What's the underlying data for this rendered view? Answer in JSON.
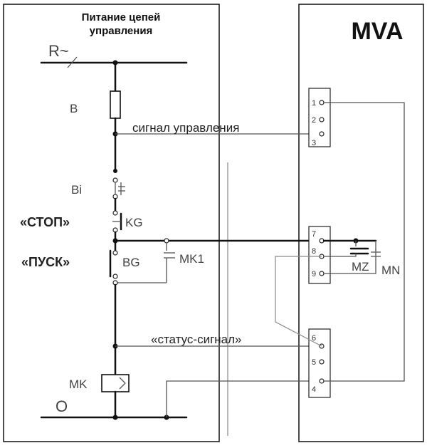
{
  "header": {
    "title_line1": "Питание цепей",
    "title_line2": "управления"
  },
  "device": {
    "name": "MVA"
  },
  "labels": {
    "supply": "R~",
    "fuse": "B",
    "control_signal": "сигнал управления",
    "bi": "Bi",
    "stop": "«СТОП»",
    "kg": "KG",
    "start": "«ПУСК»",
    "bg": "BG",
    "mk1": "MK1",
    "status_signal": "«статус-сигнал»",
    "mk": "MK",
    "zero": "O",
    "mz": "MZ",
    "mn": "MN"
  },
  "terminals": {
    "t1": "1",
    "t2": "2",
    "t3": "3",
    "t4": "4",
    "t5": "5",
    "t6": "6",
    "t7": "7",
    "t8": "8",
    "t9": "9"
  }
}
